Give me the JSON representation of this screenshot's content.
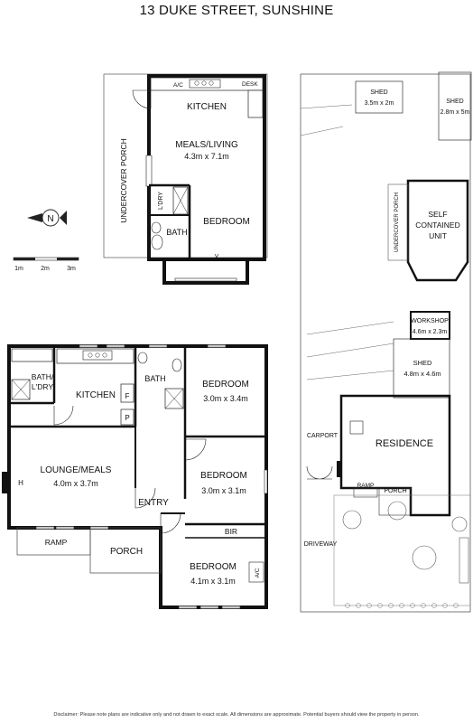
{
  "header": {
    "title": "13 DUKE STREET, SUNSHINE"
  },
  "unit_plan": {
    "undercover_porch": "UNDERCOVER PORCH",
    "ac": "A/C",
    "desk": "DESK",
    "kitchen": "KITCHEN",
    "meals_living": "MEALS/LIVING",
    "meals_living_size": "4.3m x 7.1m",
    "laundry": "L'DRY",
    "bath": "BATH",
    "bedroom": "BEDROOM"
  },
  "scale": {
    "labels": [
      "1m",
      "2m",
      "3m"
    ],
    "north": "N"
  },
  "house_plan": {
    "bath_laundry": "BATH/",
    "bath_laundry_2": "L'DRY",
    "kitchen": "KITCHEN",
    "fridge": "F",
    "pantry": "P",
    "bath": "BATH",
    "bedroom1": "BEDROOM",
    "bedroom1_size": "3.0m x 3.4m",
    "lounge_meals": "LOUNGE/MEALS",
    "lounge_meals_size": "4.0m x 3.7m",
    "heater": "H",
    "bedroom2": "BEDROOM",
    "bedroom2_size": "3.0m x 3.1m",
    "entry": "ENTRY",
    "bir": "BIR",
    "ramp": "RAMP",
    "porch": "PORCH",
    "bedroom3": "BEDROOM",
    "bedroom3_size": "4.1m x 3.1m",
    "ac": "A/C"
  },
  "site_plan": {
    "shed1": "SHED",
    "shed1_size": "3.5m x 2m",
    "shed2": "SHED",
    "shed2_size": "2.8m x 5m",
    "undercover_porch": "UNDERCOVER PORCH",
    "unit_1": "SELF",
    "unit_2": "CONTAINED",
    "unit_3": "UNIT",
    "workshop": "WORKSHOP",
    "workshop_size": "4.6m x 2.3m",
    "shed3": "SHED",
    "shed3_size": "4.8m x 4.6m",
    "carport": "CARPORT",
    "residence": "RESIDENCE",
    "ramp": "RAMP",
    "porch": "PORCH",
    "driveway": "DRIVEWAY"
  },
  "footer": {
    "disclaimer": "Disclaimer: Please note plans are indicative only and not drawn to exact scale. All dimensions are approximate. Potential buyers should view the property in person."
  }
}
